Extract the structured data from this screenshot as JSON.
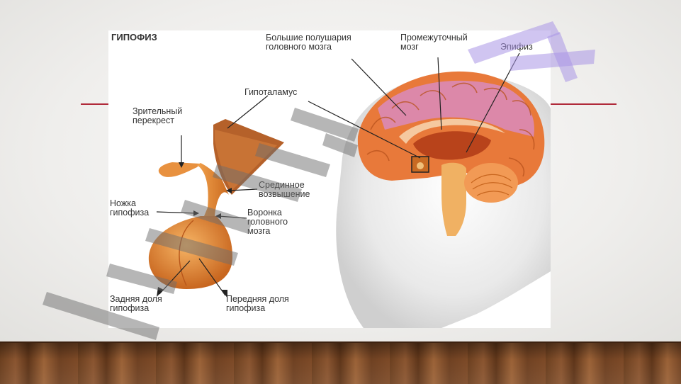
{
  "slide": {
    "title": "ГИПОФИЗ",
    "labels": {
      "hemispheres_1": "Большие полушария",
      "hemispheres_2": "головного мозга",
      "diencephalon_1": "Промежуточный",
      "diencephalon_2": "мозг",
      "epiphysis": "Эпифиз",
      "hypothalamus": "Гипоталамус",
      "optic_chiasm_1": "Зрительный",
      "optic_chiasm_2": "перекрест",
      "median_eminence_1": "Срединное",
      "median_eminence_2": "возвышение",
      "pituitary_stalk_1": "Ножка",
      "pituitary_stalk_2": "гипофиза",
      "infundibulum_1": "Воронка",
      "infundibulum_2": "головного",
      "infundibulum_3": "мозга",
      "posterior_lobe_1": "Задняя доля",
      "posterior_lobe_2": "гипофиза",
      "anterior_lobe_1": "Передняя доля",
      "anterior_lobe_2": "гипофиза"
    }
  },
  "colors": {
    "accent_line": "#b02a3a",
    "brain_orange": "#e8793a",
    "brain_pink": "#d98bbd",
    "gland_orange": "#e8913f"
  }
}
